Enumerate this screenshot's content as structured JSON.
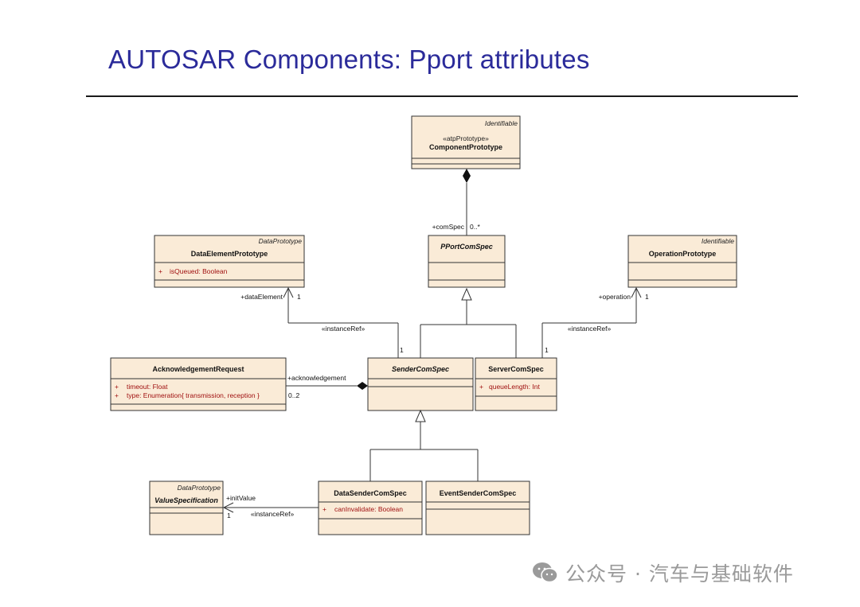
{
  "title": "AUTOSAR Components: Pport attributes",
  "watermark": "公众号 · 汽车与基础软件",
  "classes": {
    "component_prototype": {
      "stereotype_parent": "Identifiable",
      "stereotype": "«atpPrototype»",
      "name": "ComponentPrototype"
    },
    "data_element_prototype": {
      "stereotype_parent": "DataPrototype",
      "name": "DataElementPrototype",
      "attrs": [
        "isQueued:  Boolean"
      ]
    },
    "pport_com_spec": {
      "name": "PPortComSpec"
    },
    "operation_prototype": {
      "stereotype_parent": "Identifiable",
      "name": "OperationPrototype"
    },
    "acknowledgement_request": {
      "name": "AcknowledgementRequest",
      "attrs": [
        "timeout:  Float",
        "type:  Enumeration{ transmission, reception }"
      ]
    },
    "sender_com_spec": {
      "name": "SenderComSpec"
    },
    "server_com_spec": {
      "name": "ServerComSpec",
      "attrs": [
        "queueLength:  Int"
      ]
    },
    "value_specification": {
      "stereotype_parent": "DataPrototype",
      "name": "ValueSpecification"
    },
    "data_sender_com_spec": {
      "name": "DataSenderComSpec",
      "attrs": [
        "canInvalidate:  Boolean"
      ]
    },
    "event_sender_com_spec": {
      "name": "EventSenderComSpec"
    }
  },
  "attr_marker": "+",
  "labels": {
    "com_spec_role": "+comSpec",
    "com_spec_mult": "0..*",
    "data_element_role": "+dataElement",
    "data_element_mult": "1",
    "data_element_src_mult": "1",
    "instance_ref_left": "«instanceRef»",
    "operation_role": "+operation",
    "operation_mult": "1",
    "operation_src_mult": "1",
    "instance_ref_right": "«instanceRef»",
    "acknowledgement_role": "+acknowledgement",
    "acknowledgement_mult": "0..2",
    "init_value_role": "+initValue",
    "init_value_mult": "1",
    "instance_ref_bottom": "«instanceRef»"
  },
  "colors": {
    "box_fill": "#faebd7",
    "attr_text": "#a01010",
    "title": "#2b2b9a"
  }
}
